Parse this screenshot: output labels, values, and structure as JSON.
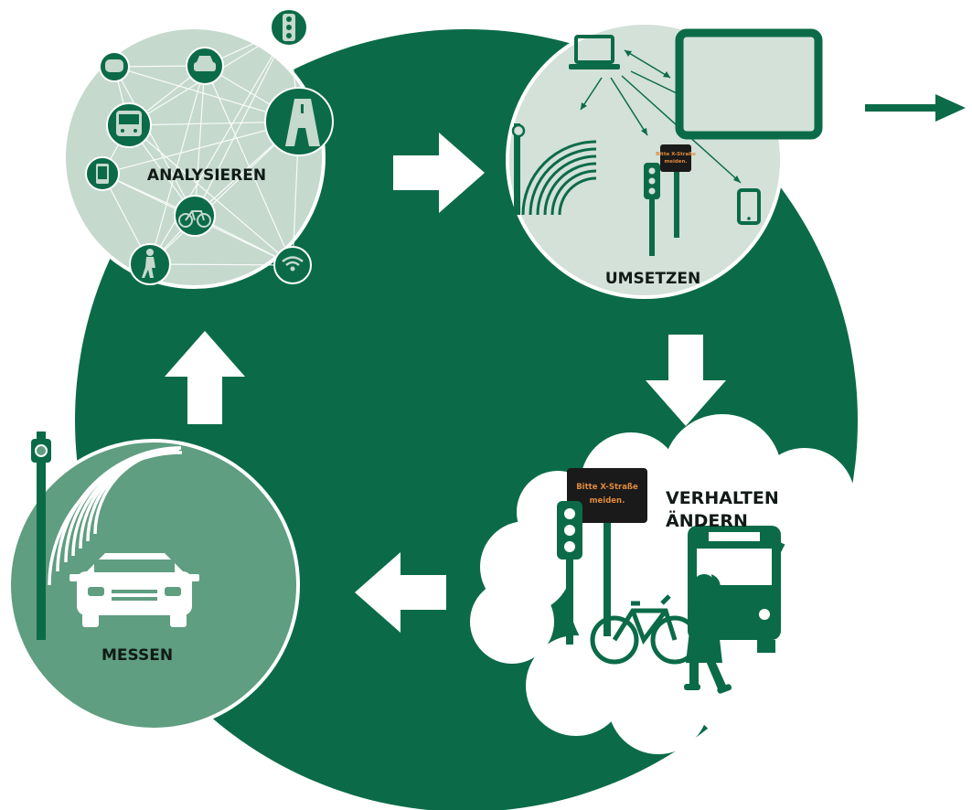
{
  "labels": {
    "analysieren": "ANALYSIEREN",
    "umsetzen": "UMSETZEN",
    "verhalten_line1": "VERHALTEN",
    "verhalten_line2": "ÄNDERN",
    "messen": "MESSEN"
  },
  "signs": {
    "small_line1": "Bitte X-Straße",
    "small_line2": "meiden.",
    "large_line1": "Bitte X-Straße",
    "large_line2": "meiden."
  },
  "colors": {
    "primary_green": "#0b6b48",
    "light_green_circle": "#c5d9cd",
    "umsetzen_circle": "#d3e1d8",
    "messen_circle": "#5f9e80",
    "arrow_white": "#ffffff",
    "sign_text_orange": "#e08a3c"
  },
  "icons": [
    "traffic-light-icon",
    "car-icon",
    "bus-icon",
    "smartphone-icon",
    "chat-bubble-icon",
    "road-icon",
    "bicycle-icon",
    "pedestrian-icon",
    "wifi-icon",
    "laptop-icon",
    "tablet-icon",
    "sensor-waves-icon",
    "sign-icon"
  ]
}
